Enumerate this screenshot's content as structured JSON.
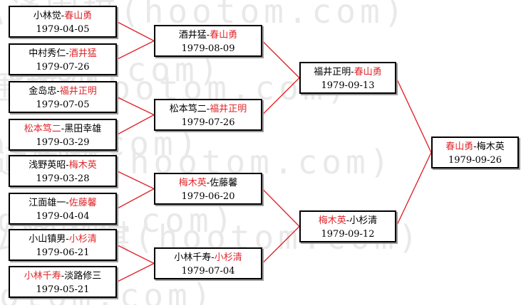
{
  "watermark": "弘通围棋(hootom.com)",
  "colors": {
    "winner": "#e0262b",
    "line": "#e0262b",
    "text": "#000000"
  },
  "rounds": {
    "r1": [
      {
        "a": "小林觉",
        "b": "春山勇",
        "winner": "b",
        "date": "1979-04-05"
      },
      {
        "a": "中村秀仁",
        "b": "酒井猛",
        "winner": "b",
        "date": "1979-07-26"
      },
      {
        "a": "金岛忠",
        "b": "福井正明",
        "winner": "b",
        "date": "1979-07-05"
      },
      {
        "a": "松本笃二",
        "b": "黑田幸雄",
        "winner": "a",
        "date": "1979-03-29"
      },
      {
        "a": "浅野英昭",
        "b": "梅木英",
        "winner": "b",
        "date": "1979-03-28"
      },
      {
        "a": "江面雄一",
        "b": "佐藤馨",
        "winner": "b",
        "date": "1979-04-04"
      },
      {
        "a": "小山镇男",
        "b": "小杉清",
        "winner": "b",
        "date": "1979-06-21"
      },
      {
        "a": "小林千寿",
        "b": "淡路修三",
        "winner": "a",
        "date": "1979-05-21"
      }
    ],
    "r2": [
      {
        "a": "酒井猛",
        "b": "春山勇",
        "winner": "b",
        "date": "1979-08-09"
      },
      {
        "a": "松本笃二",
        "b": "福井正明",
        "winner": "b",
        "date": "1979-07-26"
      },
      {
        "a": "梅木英",
        "b": "佐藤馨",
        "winner": "a",
        "date": "1979-06-20"
      },
      {
        "a": "小林千寿",
        "b": "小杉清",
        "winner": "b",
        "date": "1979-07-04"
      }
    ],
    "r3": [
      {
        "a": "福井正明",
        "b": "春山勇",
        "winner": "b",
        "date": "1979-09-13"
      },
      {
        "a": "梅木英",
        "b": "小杉清",
        "winner": "a",
        "date": "1979-09-12"
      }
    ],
    "final": [
      {
        "a": "春山勇",
        "b": "梅木英",
        "winner": "a",
        "date": "1979-09-26"
      }
    ]
  }
}
